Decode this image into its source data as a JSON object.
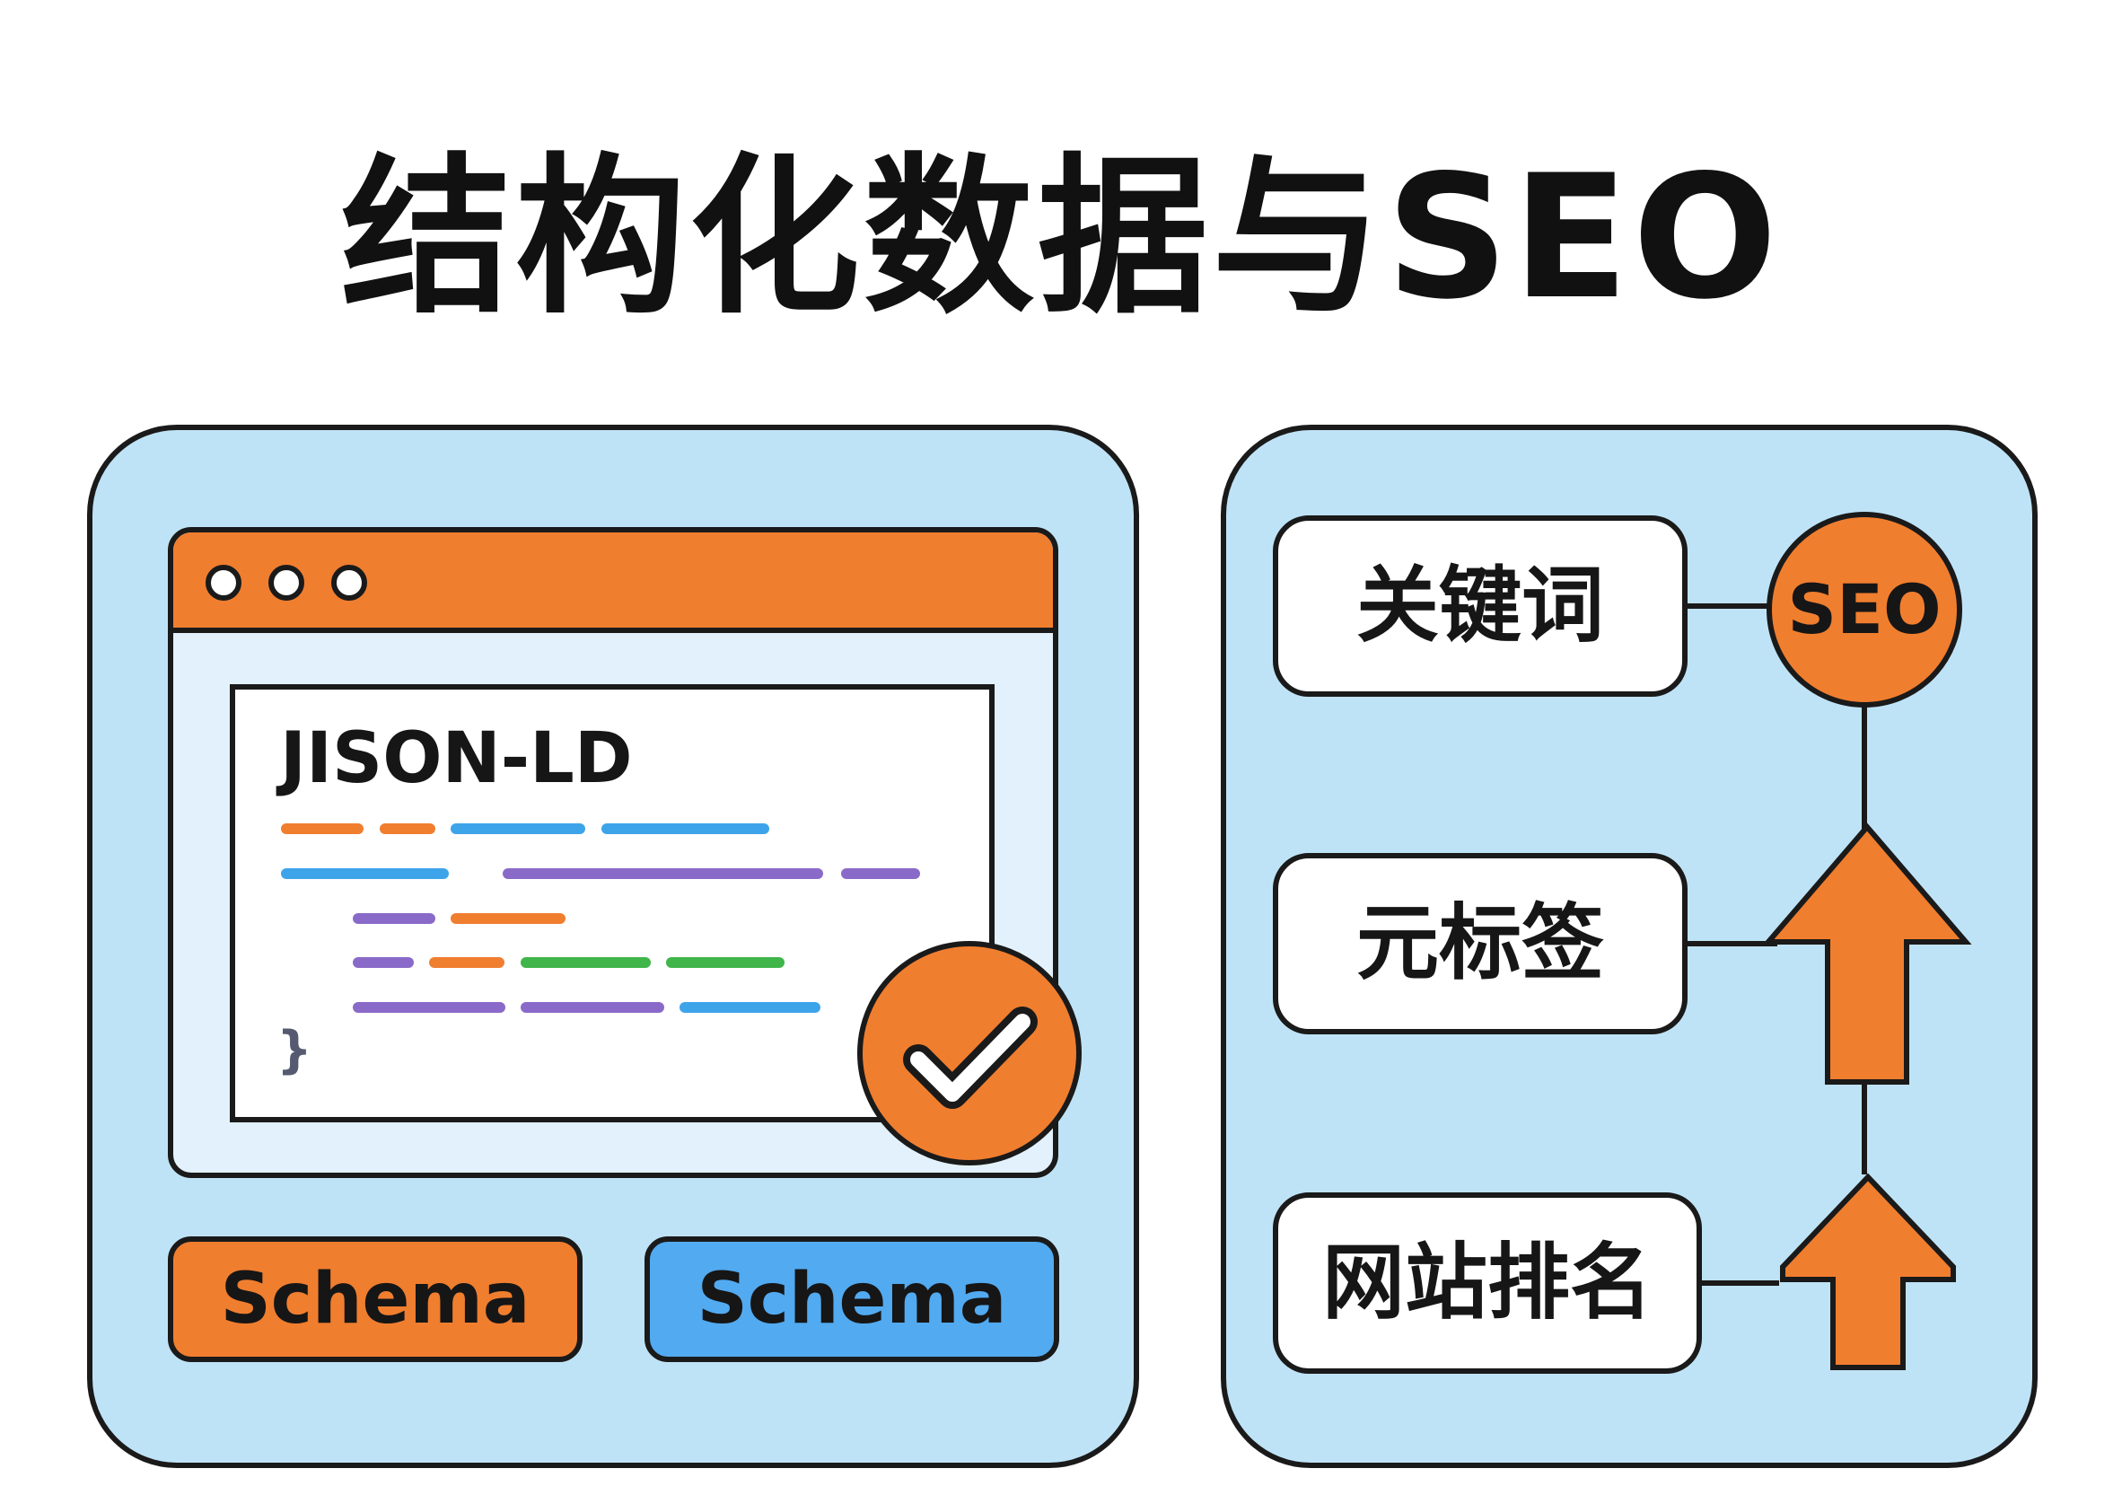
{
  "title": "结构化数据与SEO",
  "left_panel": {
    "code_window": {
      "heading": "JISON-LD",
      "closing_brace": "}"
    },
    "buttons": [
      {
        "label": "Schema",
        "color": "#f07e2f"
      },
      {
        "label": "Schema",
        "color": "#52aaf0"
      }
    ],
    "badge_icon": "check-icon"
  },
  "right_panel": {
    "items": [
      {
        "label": "关键词"
      },
      {
        "label": "元标签"
      },
      {
        "label": "网站排名"
      }
    ],
    "seo_node": "SEO",
    "arrow_icon": "arrow-up-icon"
  },
  "colors": {
    "accent_orange": "#f07e2f",
    "accent_blue": "#52aaf0",
    "panel_blue": "#bfe3f6",
    "code_blue": "#3ea4ea",
    "code_purple": "#8a6ac8",
    "code_green": "#3fb54a"
  }
}
